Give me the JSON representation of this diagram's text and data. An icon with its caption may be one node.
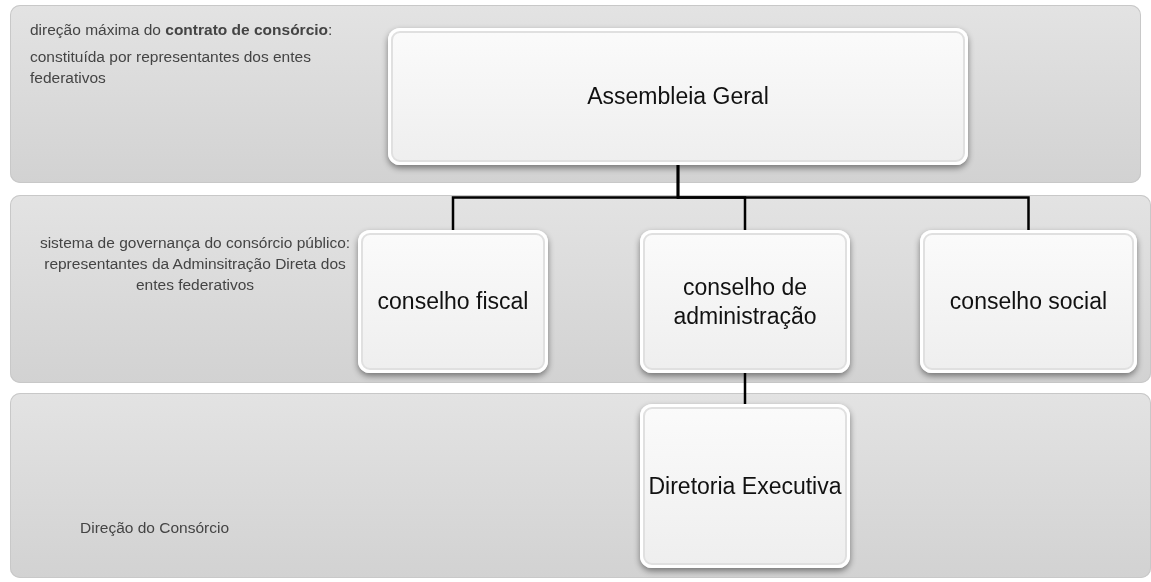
{
  "diagram": {
    "nodes": [
      {
        "text": [
          "direção máxima do **contrato de consórcio**:",
          "constituída por representantes dos entes federativos"
        ]
      },
      {
        "text": [
          "Assembleia Geral"
        ],
        "in": 0
      },
      {
        "text": [
          "sistema de governança do consórcio público: representantes da Adminsitração Direta dos entes federativos"
        ]
      },
      {
        "text": [
          "conselho fiscal"
        ],
        "in": 2
      },
      {
        "text": [
          "conselho de administração"
        ],
        "in": 2
      },
      {
        "text": [
          "conselho social"
        ],
        "in": 2
      },
      {
        "text": [
          "Direção do Consórcio"
        ]
      },
      {
        "text": [
          "Diretoria Executiva"
        ],
        "in": 6
      }
    ],
    "edges": [
      {
        "from": 1,
        "to": 3,
        "arrow": "none"
      },
      {
        "from": 1,
        "to": 4,
        "arrow": "none"
      },
      {
        "from": 1,
        "to": 5,
        "arrow": "none"
      },
      {
        "from": 4,
        "to": 7,
        "arrow": "none"
      }
    ]
  }
}
